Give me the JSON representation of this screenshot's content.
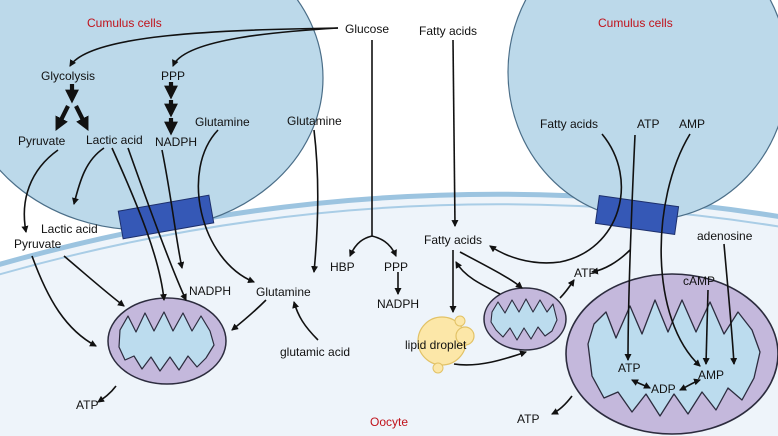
{
  "colors": {
    "cell_fill": "#bcd9ea",
    "cell_stroke": "#4b6e88",
    "oocyte_fill": "#eef4fa",
    "membrane": "#9cc4e0",
    "channel": "#3558b6",
    "mito_outer": "#c4b8dc",
    "mito_inner": "#bcdcee",
    "mito_stroke": "#2c2c3e",
    "lipid": "#fce7a8",
    "lipid_stroke": "#e2c266",
    "label_red": "#c0121b"
  },
  "labels": {
    "cumulus_left": "Cumulus cells",
    "cumulus_right": "Cumulus cells",
    "oocyte": "Oocyte",
    "glucose": "Glucose",
    "fatty_acids_top": "Fatty acids",
    "glycolysis": "Glycolysis",
    "ppp_cell": "PPP",
    "pyruvate_cell": "Pyruvate",
    "lactic_acid_cell": "Lactic acid",
    "nadph_cell": "NADPH",
    "glutamine_cell": "Glutamine",
    "glutamine_top": "Glutamine",
    "lactic_acid_oocyte": "Lactic acid",
    "pyruvate_oocyte": "Pyruvate",
    "nadph_oocyte": "NADPH",
    "glutamine_oocyte": "Glutamine",
    "glutamic_acid": "glutamic acid",
    "atp_left": "ATP",
    "hbp": "HBP",
    "ppp_oocyte": "PPP",
    "nadph_center": "NADPH",
    "fatty_acids_oocyte": "Fatty acids",
    "lipid_droplet": "lipid droplet",
    "atp_center": "ATP",
    "fatty_acids_right_cell": "Fatty acids",
    "atp_right_cell": "ATP",
    "amp_right_cell": "AMP",
    "adenosine": "adenosine",
    "camp": "cAMP",
    "atp_mito": "ATP",
    "adp_mito": "ADP",
    "amp_mito": "AMP",
    "atp_bottom": "ATP"
  }
}
